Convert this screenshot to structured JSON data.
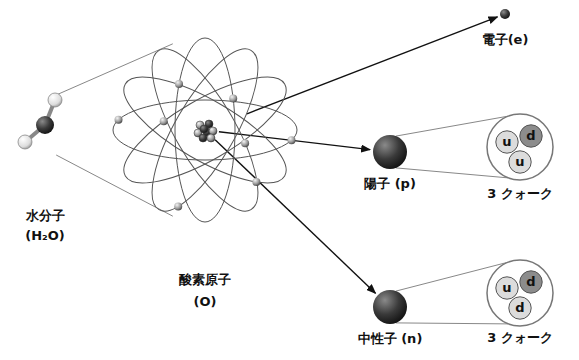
{
  "diagram": {
    "nodes": [
      {
        "text": [
          "水分子",
          "(H₂O)"
        ]
      },
      {
        "text": [
          "酸素原子",
          "(O)"
        ]
      },
      {
        "text": [
          "電子(e)"
        ]
      },
      {
        "text": [
          "陽子 (p)"
        ]
      },
      {
        "text": [
          "3 クォーク"
        ]
      },
      {
        "text": [
          "u"
        ],
        "in": 4
      },
      {
        "text": [
          "d"
        ],
        "in": 4
      },
      {
        "text": [
          "u"
        ],
        "in": 4
      },
      {
        "text": [
          "中性子 (n)"
        ]
      },
      {
        "text": [
          "3 クォーク"
        ]
      },
      {
        "text": [
          "u"
        ],
        "in": 9
      },
      {
        "text": [
          "d"
        ],
        "in": 9
      },
      {
        "text": [
          "d"
        ],
        "in": 9
      }
    ],
    "edges": [
      {
        "from": 0,
        "to": 1,
        "arrow": "none"
      },
      {
        "from": 1,
        "to": 2,
        "arrow": "to"
      },
      {
        "from": 1,
        "to": 3,
        "arrow": "to"
      },
      {
        "from": 3,
        "to": 4,
        "arrow": "none"
      },
      {
        "from": 1,
        "to": 8,
        "arrow": "to"
      },
      {
        "from": 8,
        "to": 9,
        "arrow": "none"
      }
    ]
  }
}
